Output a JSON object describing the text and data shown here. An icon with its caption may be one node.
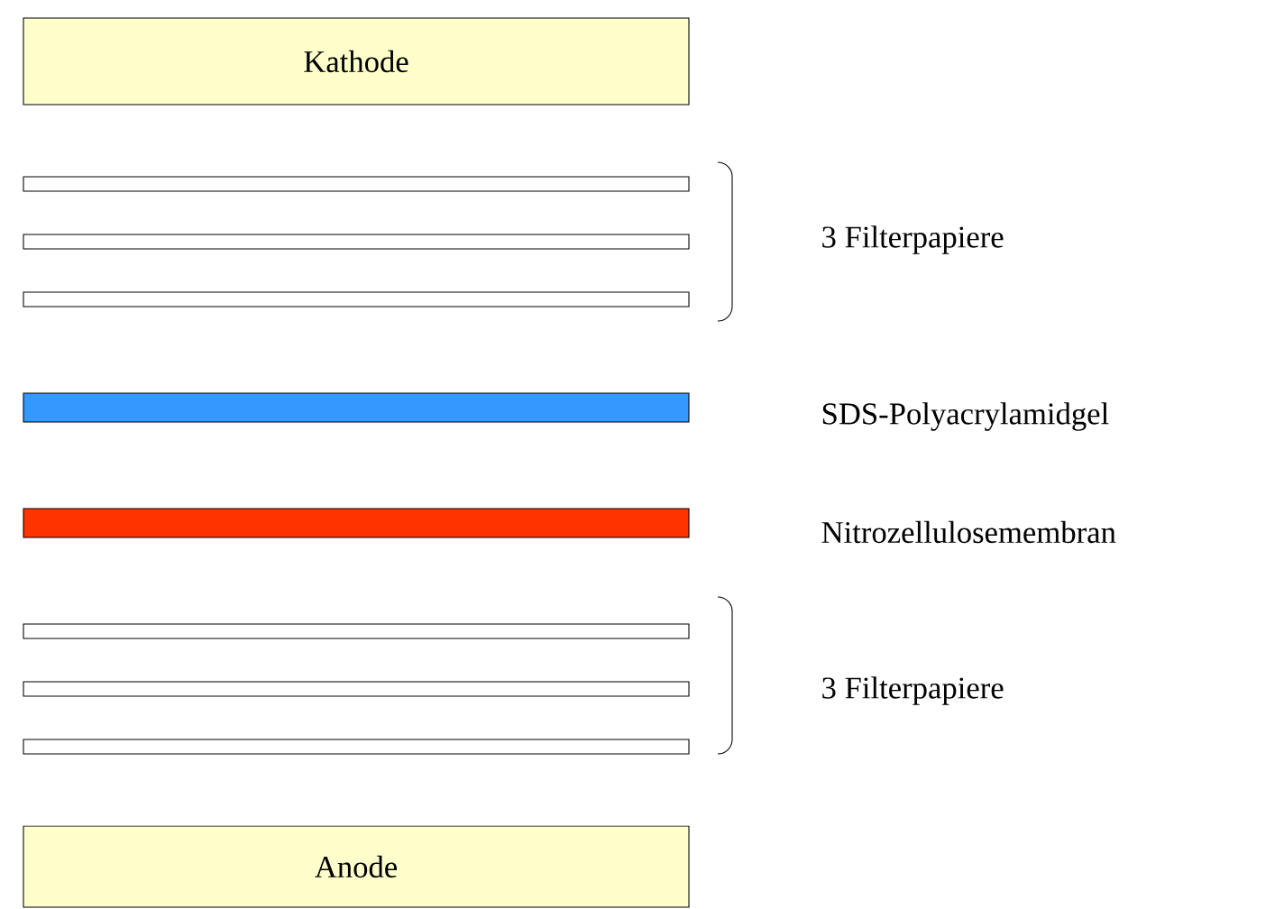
{
  "diagram": {
    "nodes": [
      {
        "text": [
          "Kathode"
        ]
      },
      {
        "text": [],
        "shape": "bar"
      },
      {
        "text": [],
        "shape": "bar"
      },
      {
        "text": [],
        "shape": "bar"
      },
      {
        "text": [],
        "shape": "bar"
      },
      {
        "text": [],
        "shape": "bar"
      },
      {
        "text": [],
        "shape": "bar"
      },
      {
        "text": [],
        "shape": "bar"
      },
      {
        "text": [],
        "shape": "bar"
      },
      {
        "text": [
          "Anode"
        ]
      }
    ],
    "labels": [
      "3 Filterpapiere",
      "SDS-Polyacrylamidgel",
      "Nitrozellulosemembran",
      "3 Filterpapiere"
    ]
  }
}
